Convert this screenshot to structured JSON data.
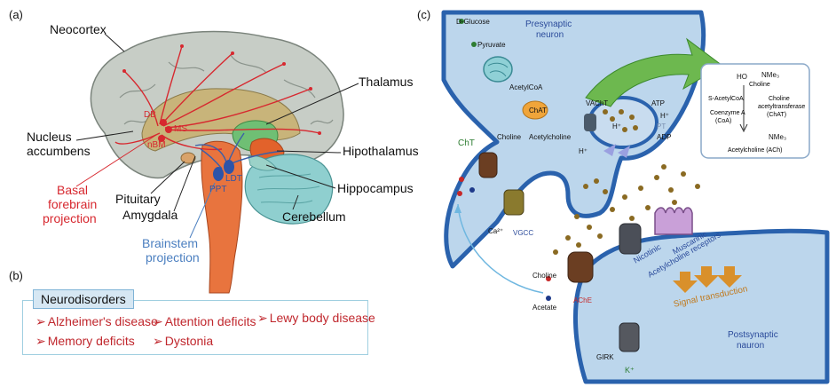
{
  "panel_a": {
    "panel_label": "(a)",
    "labels": {
      "neocortex": "Neocortex",
      "thalamus": "Thalamus",
      "nucleus_accumbens_1": "Nucleus",
      "nucleus_accumbens_2": "accumbens",
      "hipothalamus": "Hipothalamus",
      "hippocampus": "Hippocampus",
      "pituitary": "Pituitary",
      "amygdala": "Amygdala",
      "cerebellum": "Cerebellum",
      "basal_1": "Basal",
      "basal_2": "forebrain",
      "basal_3": "projection",
      "brainstem_1": "Brainstem",
      "brainstem_2": "projection",
      "db": "DB",
      "ms": "MS",
      "nbm": "nBM",
      "ldt": "LDT",
      "ppt": "PPT"
    }
  },
  "panel_b": {
    "panel_label": "(b)",
    "title": "Neurodisorders",
    "arrow": "➢",
    "items": [
      "Alzheimer's disease",
      "Attention deficits",
      "Lewy body disease",
      "Memory deficits",
      "Dystonia"
    ]
  },
  "panel_c": {
    "panel_label": "(c)",
    "labels": {
      "glucose": "D-Glucose",
      "presynaptic_1": "Presynaptic",
      "presynaptic_2": "neuron",
      "pyruvate": "Pyruvate",
      "acetylcoa": "AcetylCoA",
      "chat": "ChAT",
      "vacht": "VAChT",
      "atp": "ATP",
      "hplus": "H⁺",
      "pt": "PT",
      "adp": "ADP",
      "cht": "ChT",
      "choline": "Choline",
      "acetylcholine": "Acetylcholine",
      "ca": "Ca²⁺",
      "vgcc": "VGCC",
      "nicotinic": "Nicotinic",
      "muscarinic": "Muscarinic",
      "receptors": "Acetylcholine receptors",
      "signal": "Signal transduction",
      "postsynaptic_1": "Postsynaptic",
      "postsynaptic_2": "nauron",
      "ache": "AChE",
      "choline_small": "Choline",
      "acetate": "Acetate",
      "girk": "GIRK",
      "k": "K⁺"
    },
    "inset": {
      "ho": "HO",
      "nme3": "NMe₃",
      "choline": "Choline",
      "s_acetylcoa": "S-AcetylCoA",
      "coenzyme_1": "Coenzyme A",
      "coenzyme_2": "(CoA)",
      "enzyme_1": "Choline",
      "enzyme_2": "acetyltransferase",
      "enzyme_3": "(ChAT)",
      "product": "Acetylcholine (ACh)"
    }
  }
}
